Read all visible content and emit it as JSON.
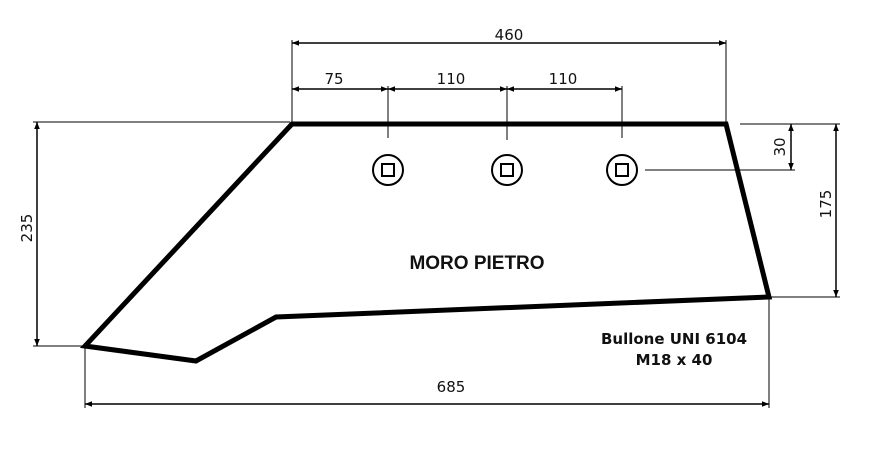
{
  "drawing": {
    "title": "MORO PIETRO",
    "bolt_note_line1": "Bullone UNI 6104",
    "bolt_note_line2": "M18 x 40",
    "colors": {
      "ink": "#000000",
      "background": "#ffffff"
    }
  },
  "dimensions": {
    "top_total": "460",
    "hole_offset_1": "75",
    "hole_offset_2": "110",
    "hole_offset_3": "110",
    "hole_from_top": "30",
    "right_height": "175",
    "left_height": "235",
    "bottom_length": "685"
  },
  "holes": [
    {
      "name": "bolt-hole-1"
    },
    {
      "name": "bolt-hole-2"
    },
    {
      "name": "bolt-hole-3"
    }
  ]
}
